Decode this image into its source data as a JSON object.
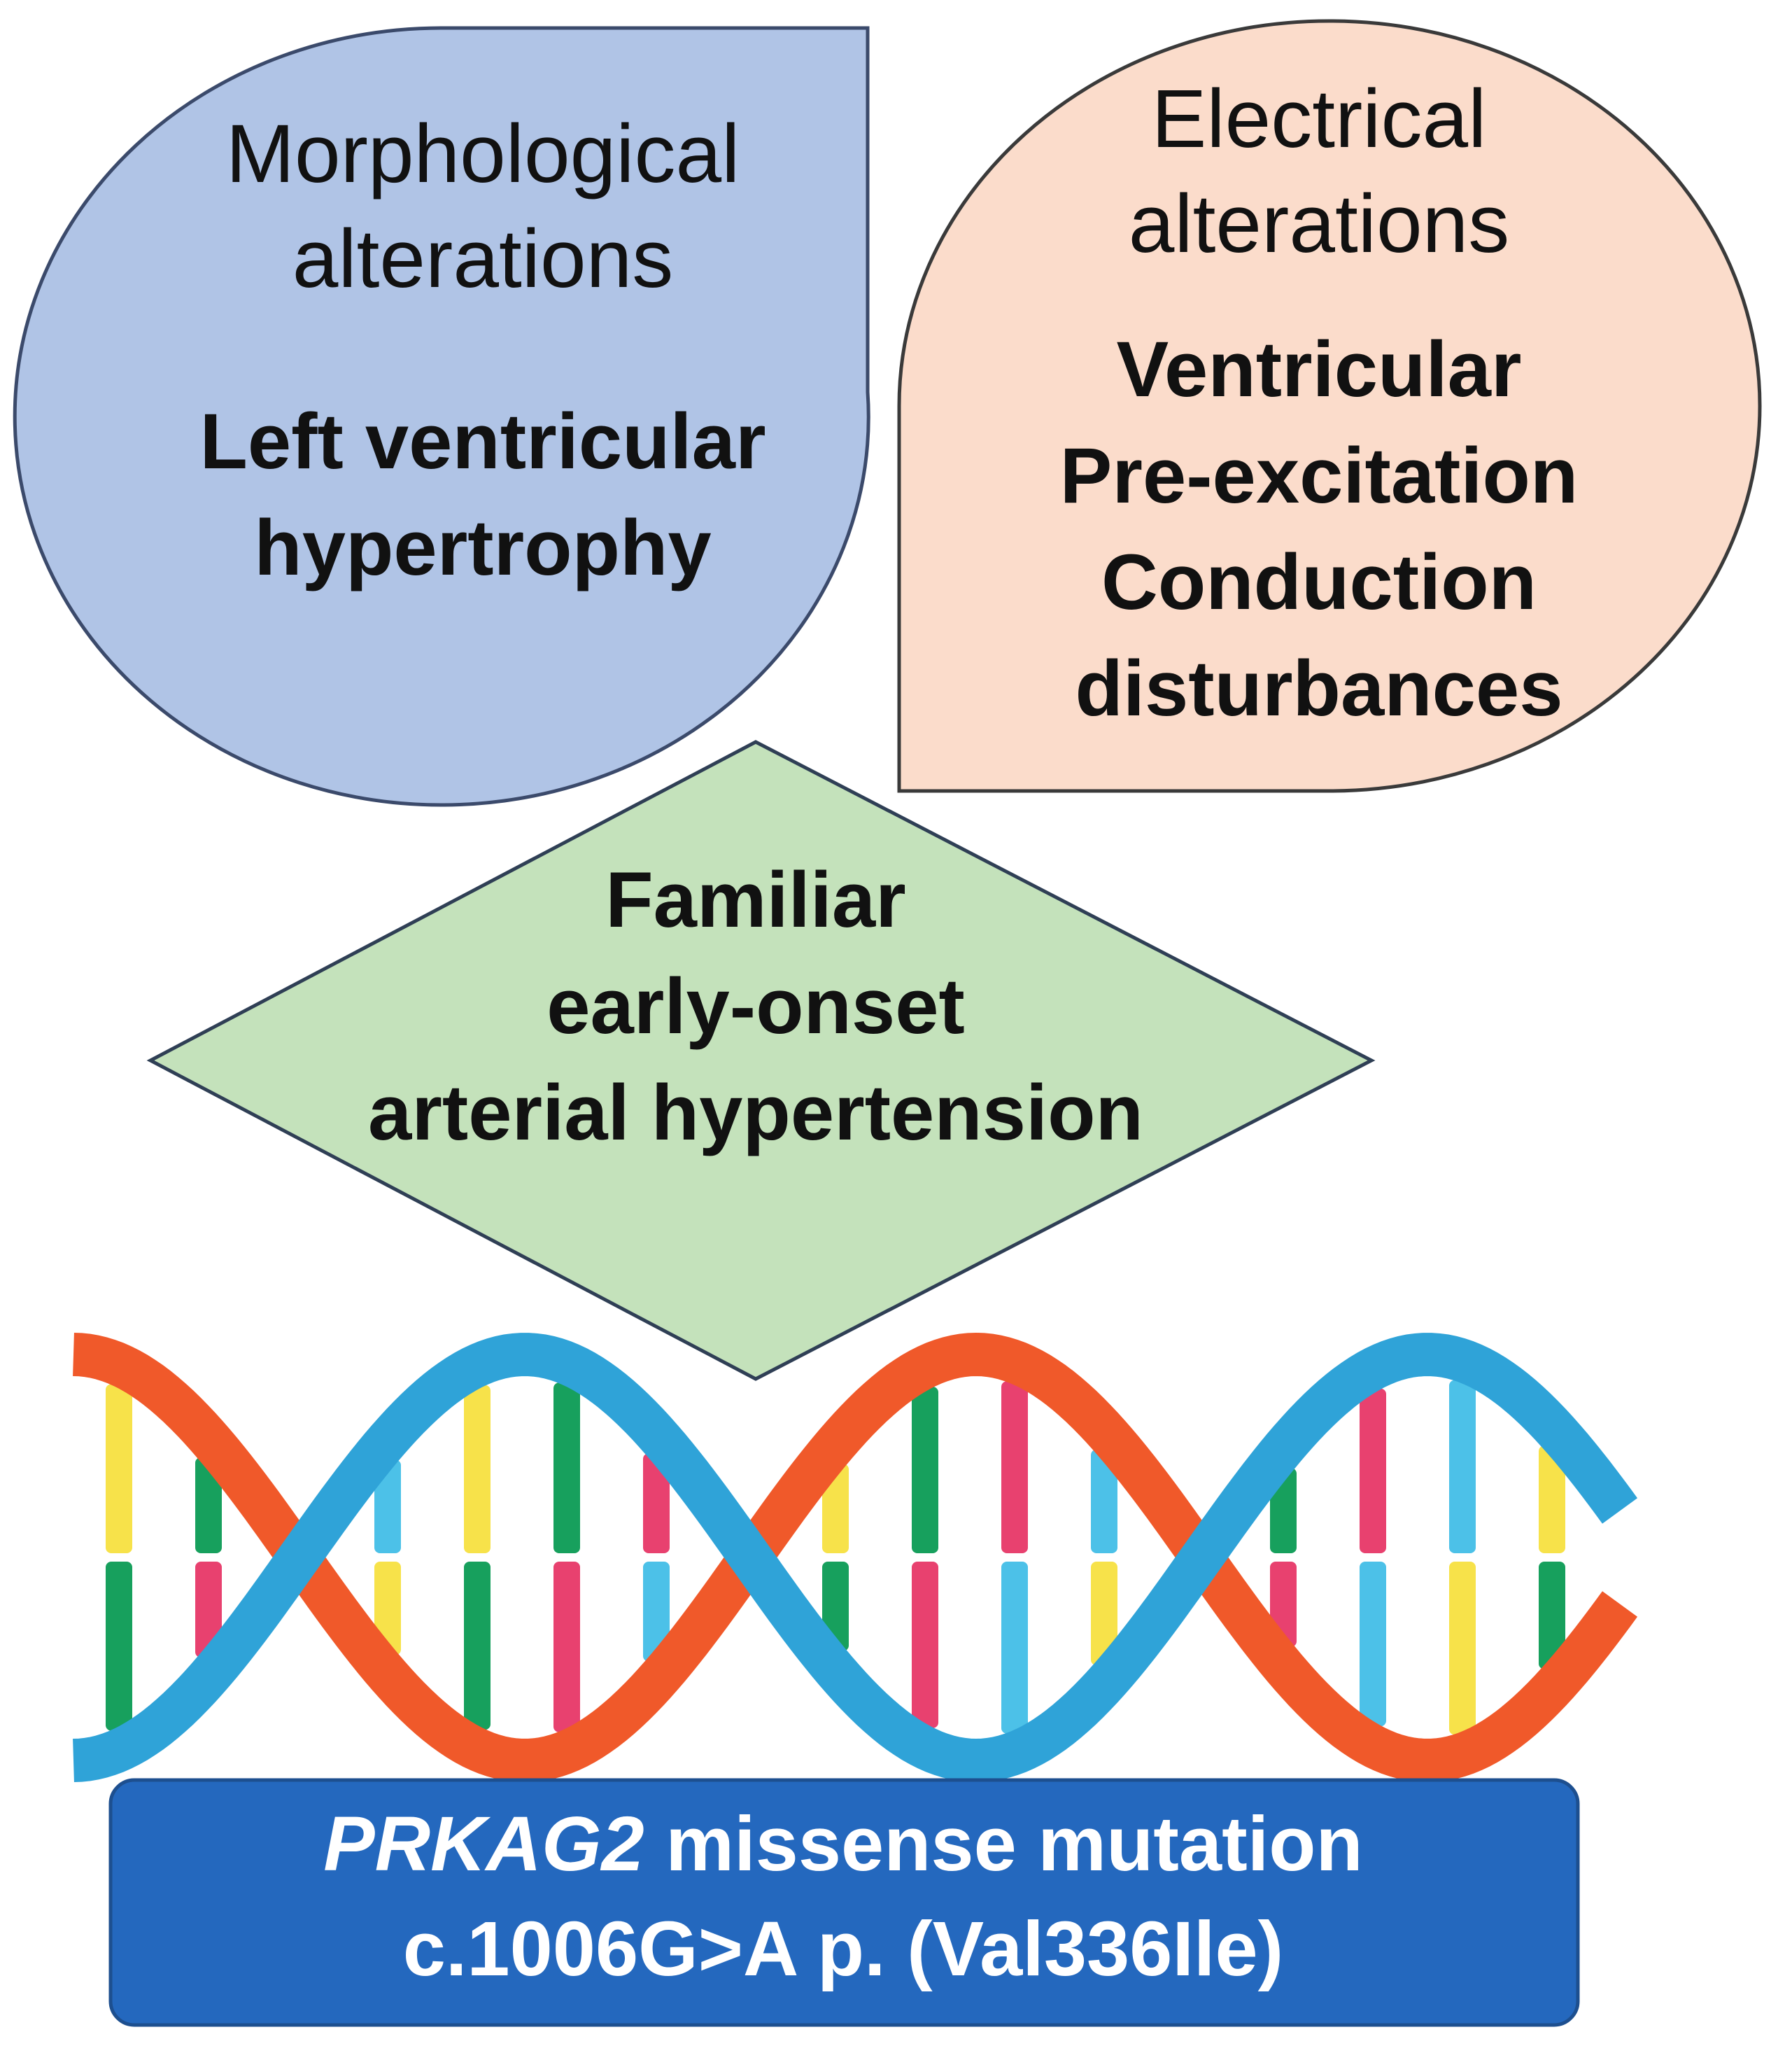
{
  "morphological": {
    "heading": [
      "Morphological",
      "alterations"
    ],
    "items": [
      "Left ventricular",
      "hypertrophy"
    ],
    "fill": "#b0c4e6",
    "stroke": "#3b4a6b"
  },
  "electrical": {
    "heading": [
      "Electrical",
      "alterations"
    ],
    "items": [
      "Ventricular",
      "Pre-excitation",
      "Conduction",
      "disturbances"
    ],
    "fill": "#fbdccb",
    "stroke": "#3a3a3a"
  },
  "phenotype": {
    "lines": [
      "Familiar",
      "early-onset",
      "arterial hypertension"
    ],
    "fill": "#c4e2bb",
    "stroke": "#2f3f55"
  },
  "dna": {
    "strand_colors": [
      "#f0592a",
      "#2fa3d8"
    ],
    "base_colors": [
      "#f7e24a",
      "#17a05d",
      "#e8416f",
      "#4cc1e8"
    ]
  },
  "mutation": {
    "gene": "PRKAG2",
    "type": "missense mutation",
    "variant": "c.1006G>A p. (Val336Ile)",
    "fill": "#2468be",
    "stroke": "#1d4f8f"
  }
}
